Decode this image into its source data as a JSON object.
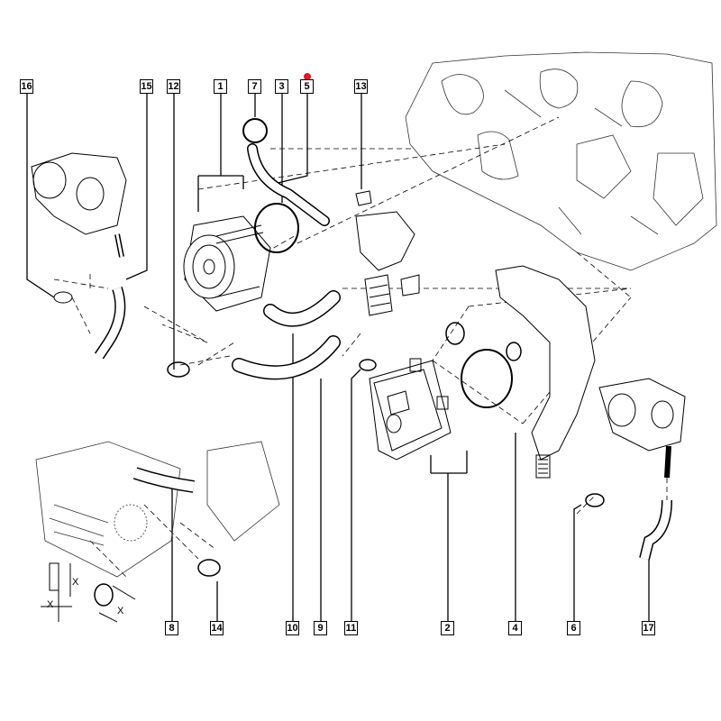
{
  "diagram": {
    "top_labels": [
      "16",
      "15",
      "12",
      "1",
      "7",
      "3",
      "5",
      "13"
    ],
    "bottom_labels": [
      "8",
      "14",
      "10",
      "9",
      "11",
      "2",
      "4",
      "6",
      "17"
    ],
    "dimension_marks": [
      "X",
      "X",
      "X"
    ],
    "marker_color": "#e8141e",
    "line_color": "#000000"
  }
}
